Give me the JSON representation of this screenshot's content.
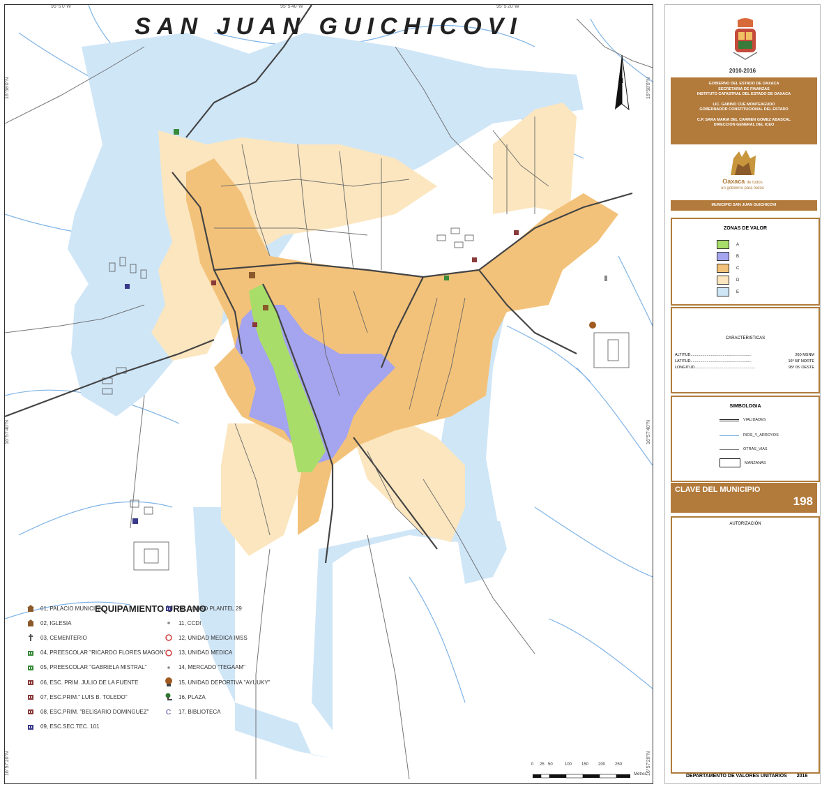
{
  "map": {
    "title": "SAN JUAN GUICHICOVI",
    "coords_top": [
      "95°5'0\"W",
      "95°5'40\"W",
      "95°5'20\"W"
    ],
    "coords_left": [
      "16°58'0\"N",
      "16°57'40\"N",
      "16°57'20\"N"
    ],
    "coords_right": [
      "16°58'0\"N",
      "16°57'40\"N",
      "16°57'20\"N"
    ]
  },
  "legend": {
    "title": "EQUIPAMIENTO URBANO",
    "items": [
      {
        "label": "01, PALACIO MUNICIPAL",
        "icon": "building-icon",
        "color": "#8a5a2b"
      },
      {
        "label": "02, IGLESIA",
        "icon": "church-icon",
        "color": "#8a5a2b"
      },
      {
        "label": "03, CEMENTERIO",
        "icon": "cross-icon",
        "color": "#555555"
      },
      {
        "label": "04, PREESCOLAR \"RICARDO FLORES MAGON\"",
        "icon": "school-icon",
        "color": "#3a8a3a"
      },
      {
        "label": "05, PREESCOLAR \"GABRIELA MISTRAL\"",
        "icon": "school-icon",
        "color": "#3a8a3a"
      },
      {
        "label": "06, ESC. PRIM. JULIO DE LA FUENTE",
        "icon": "school-icon",
        "color": "#8a3a3a"
      },
      {
        "label": "07, ESC.PRIM.\" LUIS B. TOLEDO\"",
        "icon": "school-icon",
        "color": "#8a3a3a"
      },
      {
        "label": "08, ESC.PRIM. \"BELISARIO DOMINGUEZ\"",
        "icon": "school-icon",
        "color": "#8a3a3a"
      },
      {
        "label": "09, ESC.SEC.TEC. 101",
        "icon": "school-icon",
        "color": "#3a3a8a"
      },
      {
        "label": "10, COBAO PLANTEL 29",
        "icon": "school-icon",
        "color": "#3a3a8a"
      },
      {
        "label": "11, CCDI",
        "icon": "dot-icon",
        "color": "#888888"
      },
      {
        "label": "12, UNIDAD MEDICA IMSS",
        "icon": "medical-icon",
        "color": "#d04040"
      },
      {
        "label": "13, UNIDAD MEDICA",
        "icon": "medical-icon",
        "color": "#d04040"
      },
      {
        "label": "14, MERCADO \"TEGAAM\"",
        "icon": "market-icon",
        "color": "#888888"
      },
      {
        "label": "15, UNIDAD DEPORTIVA \"AYUUKY\"",
        "icon": "sports-icon",
        "color": "#a05a20"
      },
      {
        "label": "16, PLAZA",
        "icon": "plaza-icon",
        "color": "#2f7a2f"
      },
      {
        "label": "17, BIBLIOTECA",
        "icon": "library-icon",
        "color": "#3a3a8a"
      }
    ]
  },
  "scale": {
    "ticks": [
      "0",
      "25",
      "50",
      "100",
      "150",
      "200",
      "250"
    ],
    "unit": "Metros"
  },
  "panel": {
    "years": "2010-2016",
    "gov_lines": [
      "GOBIERNO DEL ESTADO DE OAXACA",
      "SECRETARIA DE FINANZAS",
      "INSTITUTO CATASTRAL DEL ESTADO DE OAXACA",
      "LIC. GABINO CUE MONTEAGUDO",
      "GOBERNADOR CONSTITUCIONAL DEL ESTADO",
      "C.P. SARA MARIA DEL CARMEN GOMEZ ABASCAL",
      "DIRECCION GENERAL DEL ICEO"
    ],
    "logo_text": "Oaxaca",
    "logo_text_small": "de todos",
    "logo_tagline": "un gobierno para todos",
    "municipio_label": "MUNICIPIO SAN JUAN GUICHICOVI",
    "zonas": {
      "title": "ZONAS DE VALOR",
      "items": [
        {
          "label": "A",
          "color": "#a9dd6a"
        },
        {
          "label": "B",
          "color": "#a4a4ef"
        },
        {
          "label": "C",
          "color": "#f3c27a"
        },
        {
          "label": "D",
          "color": "#fbe6bf"
        },
        {
          "label": "E",
          "color": "#cfe6f7"
        }
      ]
    },
    "caracteristicas": {
      "title": "CARACTERISTICAS",
      "rows": [
        {
          "label": "ALTITUD",
          "value": "260 MSNM"
        },
        {
          "label": "LATITUD",
          "value": "16º 58' NORTE"
        },
        {
          "label": "LONGITUD",
          "value": "95º 05' OESTE"
        }
      ]
    },
    "simbologia": {
      "title": "SIMBOLOGIA",
      "items": [
        "VIALIDADES",
        "RIOS_Y_ARROYOS",
        "OTRAS_VIAS",
        "MANZANAS"
      ]
    },
    "clave_label": "CLAVE DEL MUNICIPIO",
    "clave_value": "198",
    "autorizacion": "AUTORIZACIÓN",
    "footer": "DEPARTAMENTO DE VALORES UNITARIOS",
    "footer_year": "2016"
  },
  "colors": {
    "zone_a": "#a9dd6a",
    "zone_b": "#a4a4ef",
    "zone_c": "#f3c27a",
    "zone_d": "#fbe6bf",
    "zone_e": "#cfe6f7",
    "brown": "#b27a3b",
    "river": "#7fb3e6"
  }
}
